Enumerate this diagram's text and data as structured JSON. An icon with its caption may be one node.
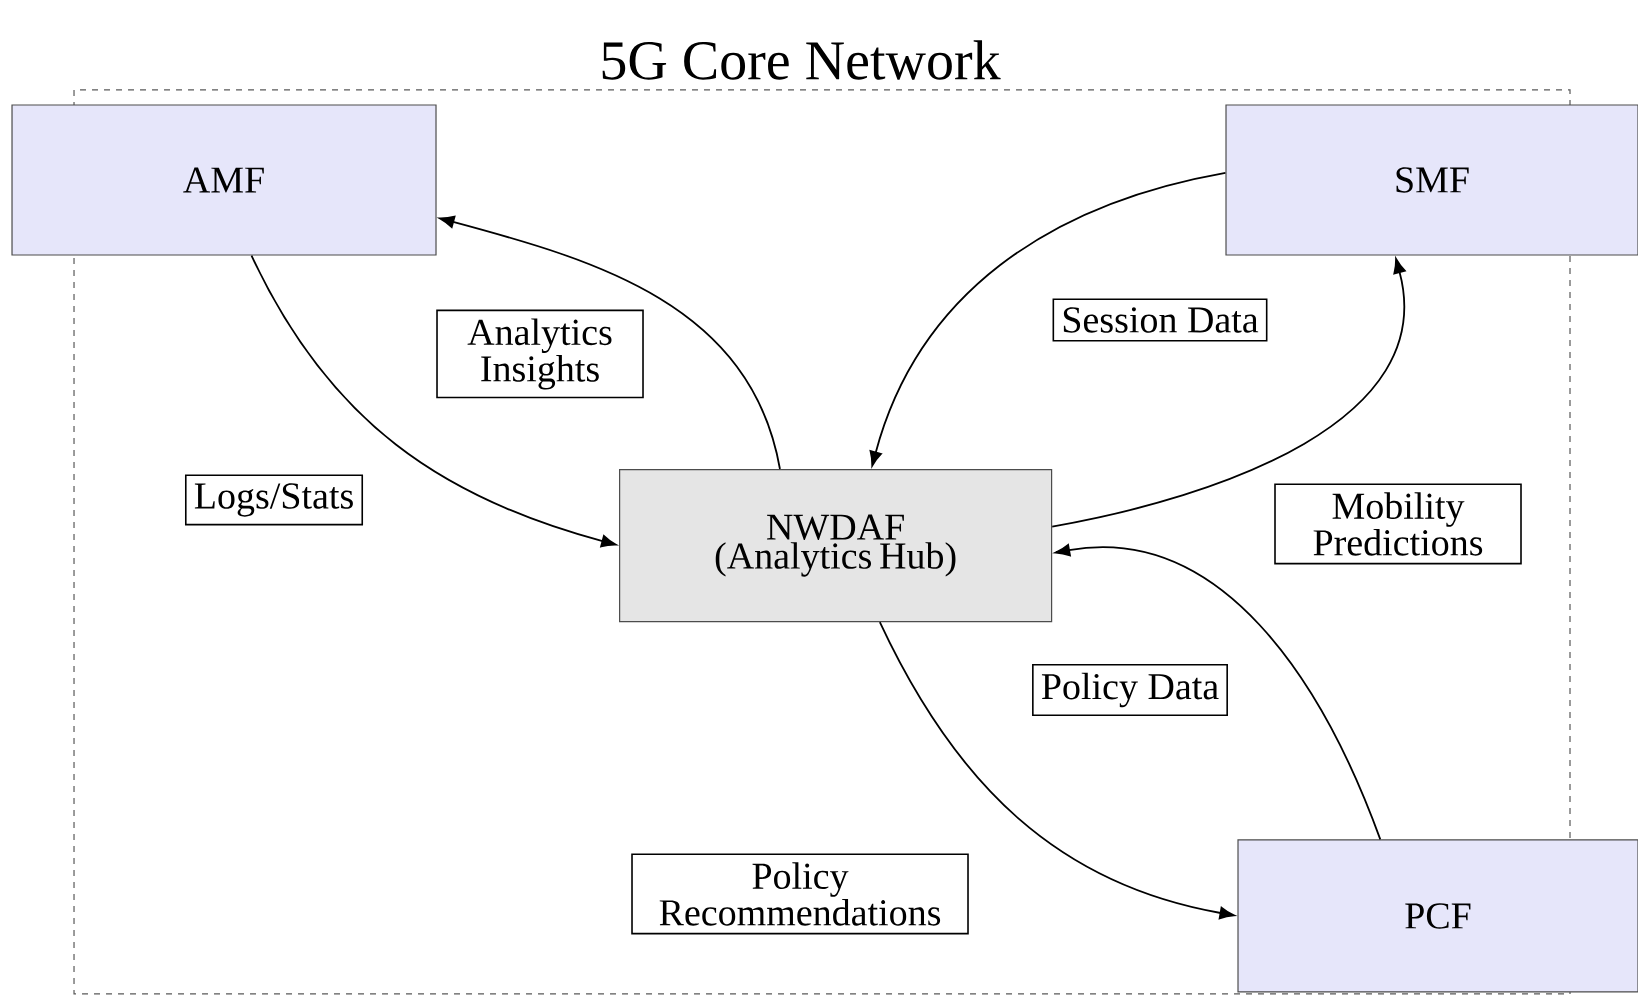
{
  "diagram": {
    "nodes": [
      {
        "text": [
          "5G Core Network"
        ]
      },
      {
        "text": [
          "AMF"
        ]
      },
      {
        "text": [
          "SMF"
        ]
      },
      {
        "text": [
          "NWDAF (Analytics Hub)"
        ],
        "in": 0
      },
      {
        "text": [
          "PCF"
        ]
      }
    ],
    "edges": [
      {
        "from": 1,
        "to": 3,
        "arrow": "to",
        "label": "Logs/Stats"
      },
      {
        "from": 3,
        "to": 1,
        "arrow": "to",
        "label": "Analytics Insights"
      },
      {
        "from": 2,
        "to": 3,
        "arrow": "to",
        "label": "Session Data"
      },
      {
        "from": 3,
        "to": 2,
        "arrow": "to",
        "label": "Mobility Predictions"
      },
      {
        "from": 4,
        "to": 3,
        "arrow": "to",
        "label": "Policy Data"
      },
      {
        "from": 3,
        "to": 4,
        "arrow": "to",
        "label": "Policy Recommendations"
      }
    ]
  }
}
